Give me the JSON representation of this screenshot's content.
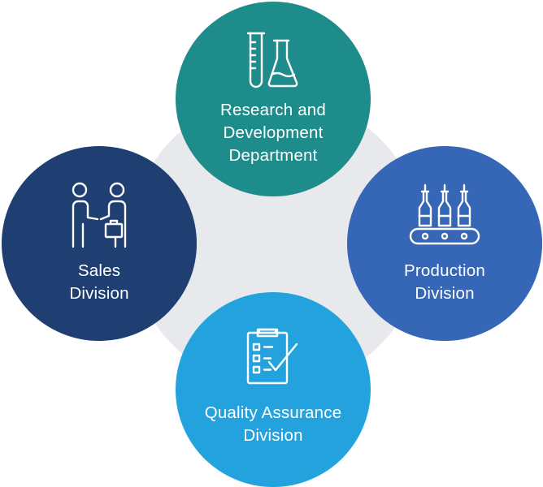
{
  "colors": {
    "research": "#1e8c8a",
    "sales": "#1f3f73",
    "production": "#3567b6",
    "quality": "#24a2dd",
    "backdrop": "#e8e9ed",
    "text": "#ffffff"
  },
  "nodes": {
    "research": {
      "line1": "Research and",
      "line2": "Development",
      "line3": "Department",
      "icon": "lab-glassware-icon"
    },
    "sales": {
      "line1": "Sales",
      "line2": "Division",
      "icon": "handshake-briefcase-icon"
    },
    "production": {
      "line1": "Production",
      "line2": "Division",
      "icon": "bottle-conveyor-icon"
    },
    "quality": {
      "line1": "Quality Assurance",
      "line2": "Division",
      "icon": "clipboard-checklist-icon"
    }
  }
}
